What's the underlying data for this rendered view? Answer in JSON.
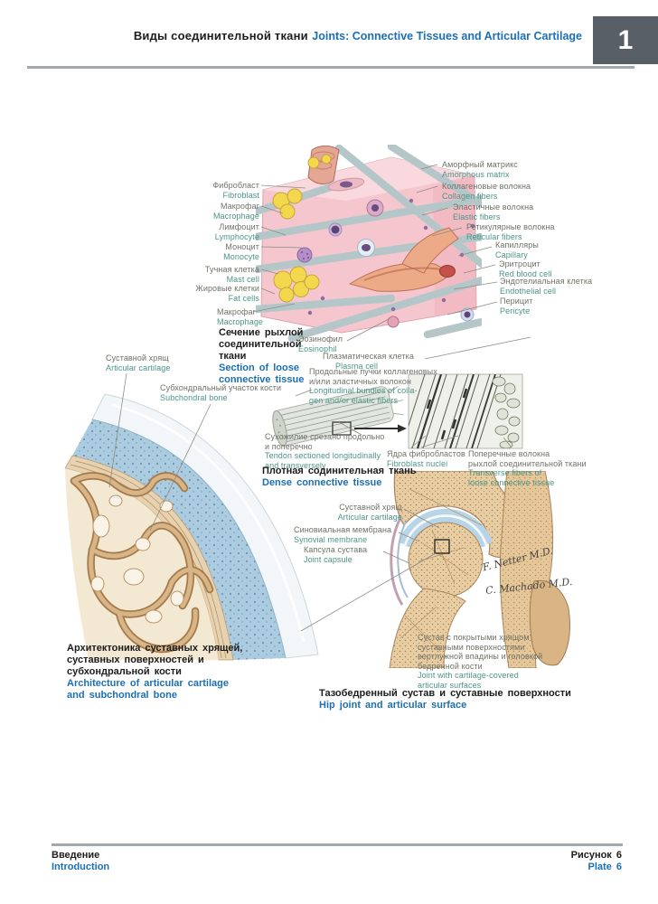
{
  "colors": {
    "accent_blue": "#1b6fb5",
    "label_ru_gray": "#6f7267",
    "label_en_teal": "#4b9486",
    "tab_background": "#585f66",
    "rule_gray": "#a3a8ac"
  },
  "header": {
    "title_ru": "Виды соединительной ткани",
    "title_en": "Joints: Connective Tissues and Articular Cartilage",
    "chapter_tab": "1"
  },
  "loose": {
    "left_labels": [
      {
        "ru": "Фибробласт",
        "en": "Fibroblast"
      },
      {
        "ru": "Макрофаг",
        "en": "Macrophage"
      },
      {
        "ru": "Лимфоцит",
        "en": "Lymphocyte"
      },
      {
        "ru": "Моноцит",
        "en": "Monocyte"
      },
      {
        "ru": "Тучная клетка",
        "en": "Mast cell"
      },
      {
        "ru": "Жировые клетки",
        "en": "Fat cells"
      }
    ],
    "right_labels": [
      {
        "ru": "Аморфный матрикс",
        "en": "Amorphous matrix"
      },
      {
        "ru": "Коллагеновые волокна",
        "en": "Collagen fibers"
      },
      {
        "ru": "Эластичные волокна",
        "en": "Elastic fibers"
      },
      {
        "ru": "Ретикулярные волокна",
        "en": "Reticular fibers"
      },
      {
        "ru": "Капилляры",
        "en": "Capillary"
      },
      {
        "ru": "Эритроцит",
        "en": "Red blood cell"
      },
      {
        "ru": "Эндотелиальная клетка",
        "en": "Endothelial cell"
      },
      {
        "ru": "Перицит",
        "en": "Pericyte"
      }
    ],
    "macrophage2": {
      "ru": "Макрофаг",
      "en": "Macrophage"
    },
    "heading": {
      "ru_lines": [
        "Сечение рыхлой",
        "соединительной",
        "ткани"
      ],
      "en_lines": [
        "Section of loose",
        "connective tissue"
      ]
    },
    "eosinophil": {
      "ru": "Эозинофил",
      "en": "Eosinophil"
    },
    "plasma_cell": {
      "ru": "Плазматическая клетка",
      "en": "Plasma cell"
    },
    "longitudinal": {
      "ru_lines": [
        "Продольные пучки коллагеновых",
        "и/или эластичных волокон"
      ],
      "en_lines": [
        "Longitudinal bundles of colla-",
        "gen and/or elastic fibers"
      ]
    }
  },
  "dense": {
    "tendon": {
      "ru_lines": [
        "Сухожилие срезано продольно",
        "и поперечно"
      ],
      "en_lines": [
        "Tendon sectioned longitudinally",
        "and transversely"
      ]
    },
    "heading": {
      "ru": "Плотная содинительная ткань",
      "en": "Dense connective tissue"
    },
    "fibroblast_nuclei": {
      "ru": "Ядра фибробластов",
      "en": "Fibroblast nuclei"
    },
    "transverse": {
      "ru_lines": [
        "Поперечные волокна",
        "рыхлой соединительной ткани"
      ],
      "en_lines": [
        "Transverse fibers of",
        "loose connective tissue"
      ]
    }
  },
  "cartilage": {
    "articular": {
      "ru": "Суставной хрящ",
      "en": "Articular cartilage"
    },
    "subchondral": {
      "ru": "Субхондральный участок кости",
      "en": "Subchondral bone"
    },
    "caption": {
      "ru_lines": [
        "Архитектоника суставных хрящей,",
        "суставных поверхностей и",
        "субхондральной кости"
      ],
      "en_lines": [
        "Architecture of articular cartilage",
        "and subchondral bone"
      ]
    }
  },
  "hip": {
    "articular": {
      "ru": "Суставной хрящ",
      "en": "Articular cartilage"
    },
    "synovial": {
      "ru": "Синовиальная мембрана",
      "en": "Synovial membrane"
    },
    "capsule": {
      "ru": "Капсула сустава",
      "en": "Joint capsule"
    },
    "note": {
      "ru_lines": [
        "Сустав с покрытыми хрящом",
        "суставными поверхностями",
        "вертлужной впадины и головкой",
        "бедренной кости"
      ],
      "en_lines": [
        "Joint with cartilage-covered",
        "articular surfaces"
      ]
    },
    "caption": {
      "ru": "Тазобедренный сустав и суставные поверхности",
      "en": "Hip joint and articular surface"
    },
    "signatures": [
      "F. Netter M.D.",
      "C. Machado M.D."
    ]
  },
  "footer": {
    "section_ru": "Введение",
    "section_en": "Introduction",
    "plate_ru": "Рисунок 6",
    "plate_en": "Plate 6"
  }
}
